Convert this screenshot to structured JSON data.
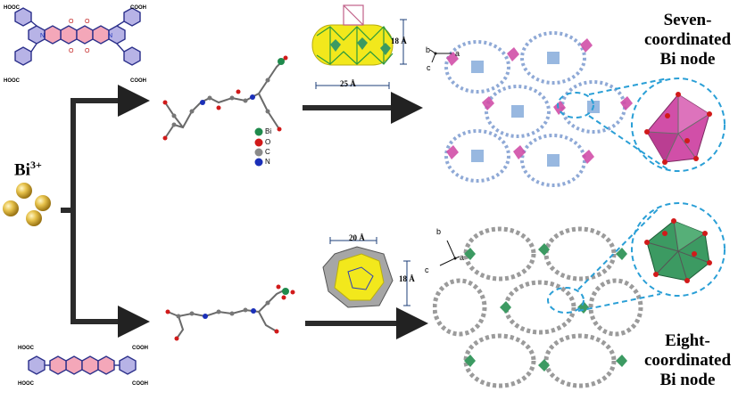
{
  "metal": {
    "ion": "Bi",
    "charge": "3+"
  },
  "top_ligand": {
    "cooh_labels": [
      "HOOC",
      "COOH",
      "HOOC",
      "COOH"
    ]
  },
  "bottom_ligand": {
    "cooh_labels": [
      "HOOC",
      "COOH",
      "HOOC",
      "COOH"
    ]
  },
  "element_legend": [
    {
      "symbol": "Bi",
      "color": "#1f8a4c"
    },
    {
      "symbol": "O",
      "color": "#d11a1a"
    },
    {
      "symbol": "C",
      "color": "#8a8a8a"
    },
    {
      "symbol": "N",
      "color": "#1a2fb8"
    }
  ],
  "top_cage": {
    "height_label": "18 Å",
    "width_label": "25 Å"
  },
  "bottom_cage": {
    "width_label": "20 Å",
    "height_label": "18 Å"
  },
  "top_axes": {
    "b": "b",
    "a": "a",
    "c": "c"
  },
  "bottom_axes": {
    "b": "b",
    "a": "a",
    "c": "c"
  },
  "top_node": {
    "line1": "Seven-",
    "line2": "coordinated",
    "line3": "Bi node"
  },
  "bottom_node": {
    "line1": "Eight-",
    "line2": "coordinated",
    "line3": "Bi node"
  },
  "colors": {
    "top_polyhedron": "#d14fa8",
    "bottom_polyhedron": "#3c9a62",
    "cage_yellow": "#f2e81c",
    "dashed_circle": "#2a9fd6",
    "pink_core": "#f4a7b9"
  }
}
